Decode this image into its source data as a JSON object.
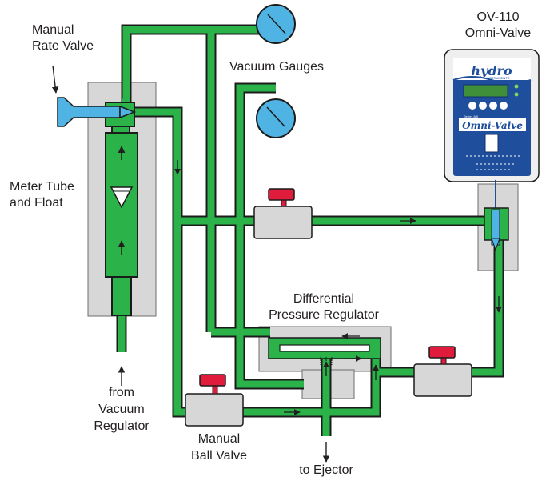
{
  "labels": {
    "manual_rate_valve_1": "Manual",
    "manual_rate_valve_2": "Rate Valve",
    "vacuum_gauges": "Vacuum Gauges",
    "ov_model": "OV-110",
    "ov_name": "Omni-Valve",
    "meter_tube_1": "Meter Tube",
    "meter_tube_2": "and Float",
    "diff_reg_1": "Differential",
    "diff_reg_2": "Pressure Regulator",
    "from_1": "from",
    "from_2": "Vacuum",
    "from_3": "Regulator",
    "ball_valve_1": "Manual",
    "ball_valve_2": "Ball Valve",
    "to_ejector": "to Ejector"
  },
  "device": {
    "brand": "hydro",
    "brand_sub": "INSTRUMENTS",
    "series": "Series 8/9",
    "product": "Omni-Valve"
  },
  "colors": {
    "pipe": "#2bb34a",
    "pipe_outline": "#1b1b1b",
    "panel": "#d7d7d7",
    "gauge": "#4fb3e4",
    "valve_handle": "#e01b3c",
    "controller_face": "#1f4e9c"
  }
}
